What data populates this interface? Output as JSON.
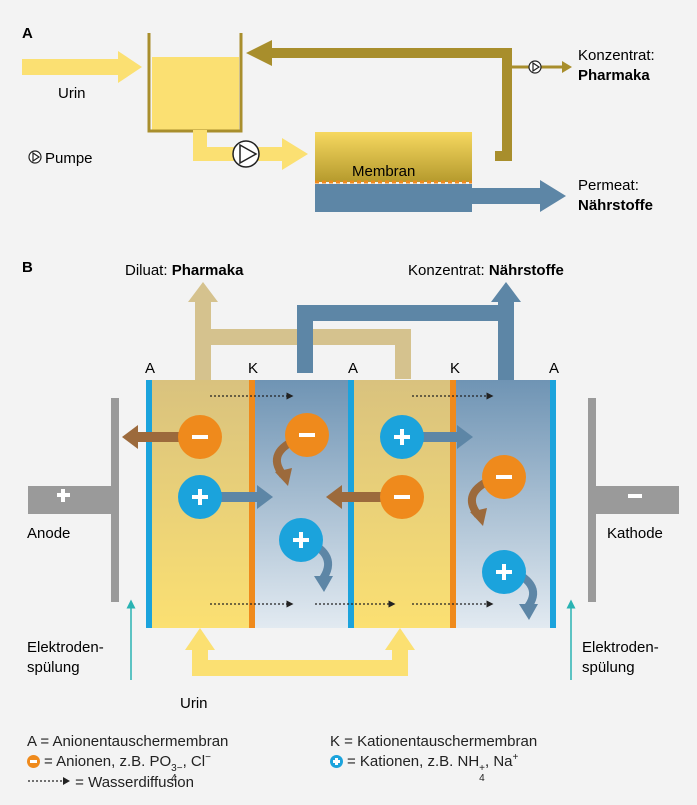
{
  "panel_a": {
    "letter": "A",
    "urin": "Urin",
    "pump_legend": "Pumpe",
    "membrane": "Membran",
    "konzentrat": "Konzentrat:",
    "konzentrat_product": "Pharmaka",
    "permeat": "Permeat:",
    "permeat_product": "Nährstoffe"
  },
  "panel_b": {
    "letter": "B",
    "diluat": "Diluat:",
    "diluat_product": "Pharmaka",
    "konzentrat": "Konzentrat:",
    "konzentrat_product": "Nährstoffe",
    "membrane_labels": [
      "A",
      "K",
      "A",
      "K",
      "A"
    ],
    "anode": "Anode",
    "kathode": "Kathode",
    "spuelung_left_1": "Elektroden-",
    "spuelung_left_2": "spülung",
    "spuelung_right_1": "Elektroden-",
    "spuelung_right_2": "spülung",
    "urin": "Urin"
  },
  "legend": {
    "a_def": "A = Anionentauschermembran",
    "k_def": "K = Kationentauschermembran",
    "anion_prefix": "= Anionen, z.B. PO",
    "anion_sup": "3−",
    "anion_sub": "4",
    "anion_suffix": ", Cl",
    "anion_suffix_sup": "−",
    "cation_prefix": "= Kationen, z.B. NH",
    "cation_sup": "+",
    "cation_sub": "4",
    "cation_suffix": ", Na",
    "cation_suffix_sup": "+",
    "water_def": "= Wasserdiffusion"
  },
  "colors": {
    "urine_yellow": "#fbe072",
    "concentrate_olive": "#a88e2c",
    "permeate_blue": "#5d86a6",
    "diluat_khaki": "#d5c28e",
    "membrane_a_blue": "#1ba3dc",
    "membrane_k_orange": "#ef8a1c",
    "electrode_gray": "#9a9a9a",
    "flush_teal": "#29b3b3",
    "brown_arrow": "#9c6a3c"
  }
}
